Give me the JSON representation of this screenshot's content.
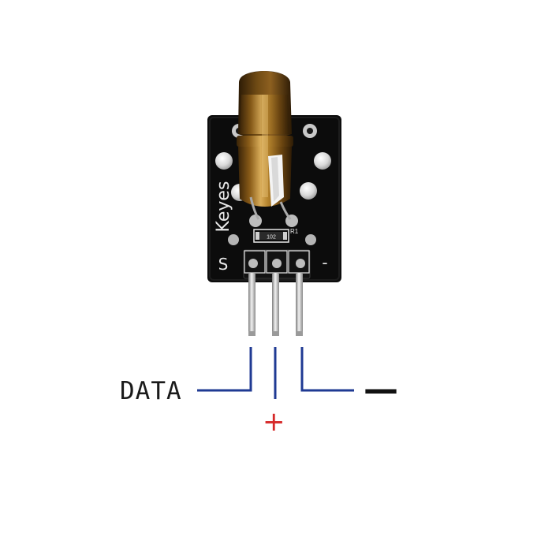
{
  "board": {
    "brand": "Keyes",
    "pin_marks": {
      "signal": "S",
      "ground": "-"
    },
    "resistor_code": "102",
    "resistor_ref": "R1"
  },
  "pin_labels": {
    "data": "DATA",
    "plus": "+",
    "minus": "—"
  },
  "colors": {
    "pcb": "#0c0c0c",
    "silkscreen": "#e8e8e8",
    "laser_housing": "#9a6a1f",
    "header_pins": "#c8c8c8",
    "data_wire": "#1f3a93",
    "vcc_wire": "#1f3a93",
    "gnd_wire": "#1f3a93",
    "plus_label": "#d62828"
  },
  "icons": [
    "laser-diode-icon",
    "pcb-module-icon",
    "header-pin-icon"
  ]
}
